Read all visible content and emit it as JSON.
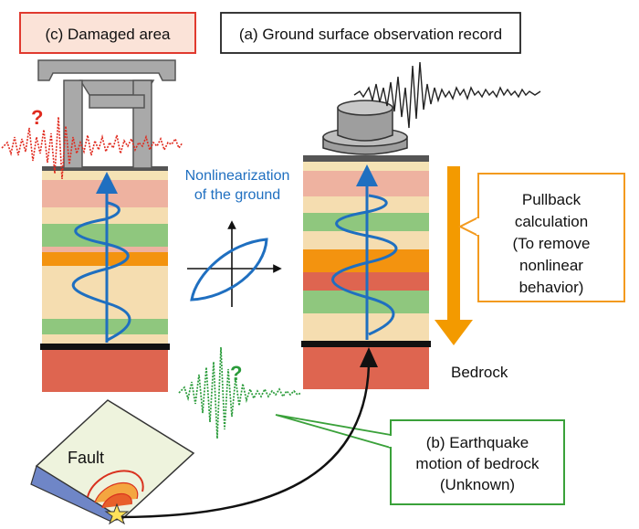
{
  "labels": {
    "damaged_area": "(c) Damaged area",
    "observation": "(a) Ground surface observation record",
    "nonlin_1": "Nonlinearization",
    "nonlin_2": "of the ground",
    "pullback_1": "Pullback",
    "pullback_2": "calculation",
    "pullback_3": "(To remove",
    "pullback_4": "nonlinear",
    "pullback_5": "behavior)",
    "bedrock": "Bedrock",
    "bedrock_motion_1": "(b) Earthquake",
    "bedrock_motion_2": "motion of bedrock",
    "bedrock_motion_3": "(Unknown)",
    "fault": "Fault",
    "question_red": "?",
    "question_green": "?"
  },
  "colors": {
    "box_damaged_border": "#e03a2f",
    "box_damaged_fill": "#fbe3d8",
    "box_observation_border": "#222222",
    "box_pullback_border": "#f39a1e",
    "box_bedrock_border": "#3aa13a",
    "arrow_orange": "#f39a00",
    "blue": "#1f6fc0",
    "red_wave": "#e02a1e",
    "green_wave": "#2a9b3a",
    "bedrock_red": "#de6550",
    "fault_fill": "#eef3dd",
    "fault_blue": "#6f86c7",
    "star": "#ffe25a"
  },
  "icons": {
    "observation_instrument": "seismometer-icon",
    "epicenter": "star-icon",
    "bridge": "bridge-pier-icon"
  }
}
